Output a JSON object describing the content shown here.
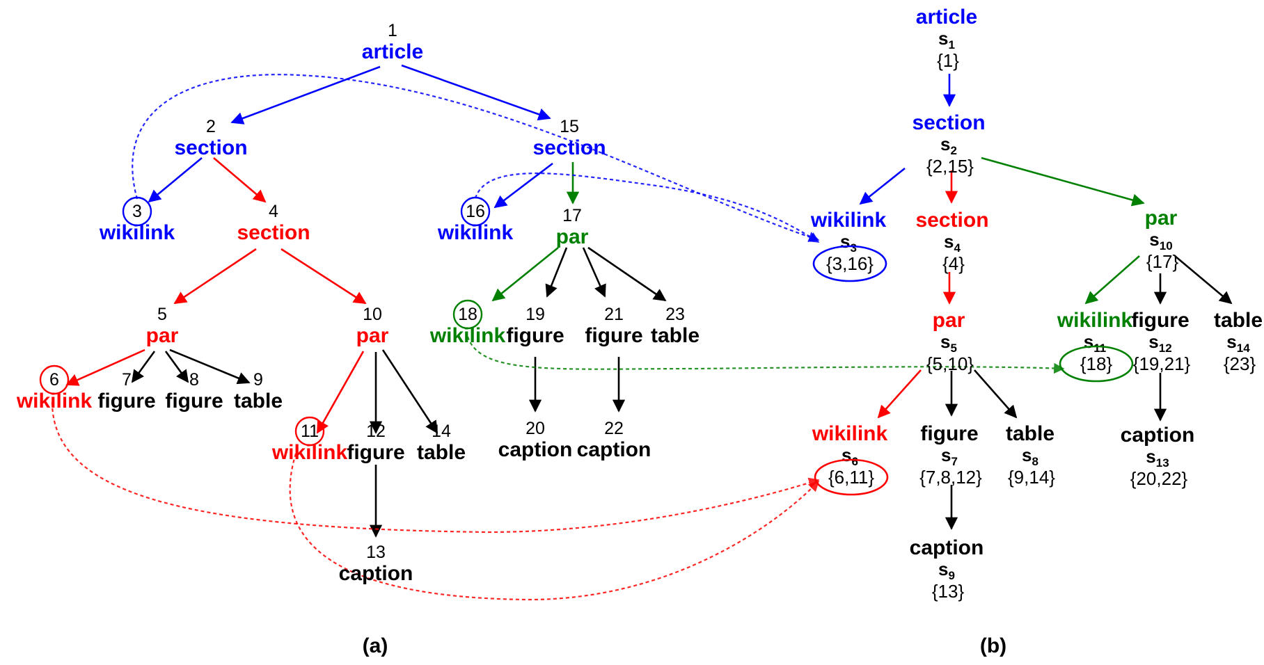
{
  "colors": {
    "blue": "#0000ff",
    "red": "#ff0000",
    "green": "#008000",
    "black": "#000000"
  },
  "panel_a": {
    "caption": "(a)",
    "nodes": [
      {
        "id": "1",
        "label": "article",
        "color": "blue"
      },
      {
        "id": "2",
        "label": "section",
        "color": "blue"
      },
      {
        "id": "3",
        "label": "wikilink",
        "color": "blue",
        "circled": true
      },
      {
        "id": "4",
        "label": "section",
        "color": "red"
      },
      {
        "id": "5",
        "label": "par",
        "color": "red"
      },
      {
        "id": "6",
        "label": "wikilink",
        "color": "red",
        "circled": true
      },
      {
        "id": "7",
        "label": "figure",
        "color": "black"
      },
      {
        "id": "8",
        "label": "figure",
        "color": "black"
      },
      {
        "id": "9",
        "label": "table",
        "color": "black"
      },
      {
        "id": "10",
        "label": "par",
        "color": "red"
      },
      {
        "id": "11",
        "label": "wikilink",
        "color": "red",
        "circled": true
      },
      {
        "id": "12",
        "label": "figure",
        "color": "black"
      },
      {
        "id": "13",
        "label": "caption",
        "color": "black"
      },
      {
        "id": "14",
        "label": "table",
        "color": "black"
      },
      {
        "id": "15",
        "label": "section",
        "color": "blue"
      },
      {
        "id": "16",
        "label": "wikilink",
        "color": "blue",
        "circled": true
      },
      {
        "id": "17",
        "label": "par",
        "color": "green"
      },
      {
        "id": "18",
        "label": "wikilink",
        "color": "green",
        "circled": true
      },
      {
        "id": "19",
        "label": "figure",
        "color": "black"
      },
      {
        "id": "20",
        "label": "caption",
        "color": "black"
      },
      {
        "id": "21",
        "label": "figure",
        "color": "black"
      },
      {
        "id": "22",
        "label": "caption",
        "color": "black"
      },
      {
        "id": "23",
        "label": "table",
        "color": "black"
      }
    ],
    "edges": [
      {
        "from": "1",
        "to": "2",
        "color": "blue"
      },
      {
        "from": "1",
        "to": "15",
        "color": "blue"
      },
      {
        "from": "2",
        "to": "3",
        "color": "blue"
      },
      {
        "from": "2",
        "to": "4",
        "color": "red"
      },
      {
        "from": "4",
        "to": "5",
        "color": "red"
      },
      {
        "from": "4",
        "to": "10",
        "color": "red"
      },
      {
        "from": "5",
        "to": "6",
        "color": "red"
      },
      {
        "from": "5",
        "to": "7",
        "color": "black"
      },
      {
        "from": "5",
        "to": "8",
        "color": "black"
      },
      {
        "from": "5",
        "to": "9",
        "color": "black"
      },
      {
        "from": "10",
        "to": "11",
        "color": "red"
      },
      {
        "from": "10",
        "to": "12",
        "color": "black"
      },
      {
        "from": "10",
        "to": "14",
        "color": "black"
      },
      {
        "from": "12",
        "to": "13",
        "color": "black"
      },
      {
        "from": "15",
        "to": "16",
        "color": "blue"
      },
      {
        "from": "15",
        "to": "17",
        "color": "green"
      },
      {
        "from": "17",
        "to": "18",
        "color": "green"
      },
      {
        "from": "17",
        "to": "19",
        "color": "black"
      },
      {
        "from": "17",
        "to": "21",
        "color": "black"
      },
      {
        "from": "17",
        "to": "23",
        "color": "black"
      },
      {
        "from": "19",
        "to": "20",
        "color": "black"
      },
      {
        "from": "21",
        "to": "22",
        "color": "black"
      }
    ]
  },
  "panel_b": {
    "caption": "(b)",
    "nodes": [
      {
        "label": "article",
        "sid": "s",
        "sub": "1",
        "set": "{1}",
        "color": "blue"
      },
      {
        "label": "section",
        "sid": "s",
        "sub": "2",
        "set": "{2,15}",
        "color": "blue"
      },
      {
        "label": "wikilink",
        "sid": "s",
        "sub": "3",
        "set": "{3,16}",
        "color": "blue",
        "circled": true
      },
      {
        "label": "section",
        "sid": "s",
        "sub": "4",
        "set": "{4}",
        "color": "red"
      },
      {
        "label": "par",
        "sid": "s",
        "sub": "5",
        "set": "{5,10}",
        "color": "red"
      },
      {
        "label": "wikilink",
        "sid": "s",
        "sub": "6",
        "set": "{6,11}",
        "color": "red",
        "circled": true
      },
      {
        "label": "figure",
        "sid": "s",
        "sub": "7",
        "set": "{7,8,12}",
        "color": "black"
      },
      {
        "label": "table",
        "sid": "s",
        "sub": "8",
        "set": "{9,14}",
        "color": "black"
      },
      {
        "label": "caption",
        "sid": "s",
        "sub": "9",
        "set": "{13}",
        "color": "black"
      },
      {
        "label": "par",
        "sid": "s",
        "sub": "10",
        "set": "{17}",
        "color": "green"
      },
      {
        "label": "wikilink",
        "sid": "s",
        "sub": "11",
        "set": "{18}",
        "color": "green",
        "circled": true
      },
      {
        "label": "figure",
        "sid": "s",
        "sub": "12",
        "set": "{19,21}",
        "color": "black"
      },
      {
        "label": "caption",
        "sid": "s",
        "sub": "13",
        "set": "{20,22}",
        "color": "black"
      },
      {
        "label": "table",
        "sid": "s",
        "sub": "14",
        "set": "{23}",
        "color": "black"
      }
    ],
    "edges": [
      {
        "from": "1",
        "to": "2",
        "color": "blue"
      },
      {
        "from": "2",
        "to": "3",
        "color": "blue"
      },
      {
        "from": "2",
        "to": "4",
        "color": "red"
      },
      {
        "from": "2",
        "to": "10",
        "color": "green"
      },
      {
        "from": "4",
        "to": "5",
        "color": "red"
      },
      {
        "from": "5",
        "to": "6",
        "color": "red"
      },
      {
        "from": "5",
        "to": "7",
        "color": "black"
      },
      {
        "from": "5",
        "to": "8",
        "color": "black"
      },
      {
        "from": "7",
        "to": "9",
        "color": "black"
      },
      {
        "from": "10",
        "to": "11",
        "color": "green"
      },
      {
        "from": "10",
        "to": "12",
        "color": "black"
      },
      {
        "from": "10",
        "to": "14",
        "color": "black"
      },
      {
        "from": "12",
        "to": "13",
        "color": "black"
      }
    ]
  },
  "mappings": [
    {
      "from": "a3",
      "to": "b3",
      "color": "blue"
    },
    {
      "from": "a16",
      "to": "b3",
      "color": "blue"
    },
    {
      "from": "a6",
      "to": "b6",
      "color": "red"
    },
    {
      "from": "a11",
      "to": "b6",
      "color": "red"
    },
    {
      "from": "a18",
      "to": "b11",
      "color": "green"
    }
  ]
}
